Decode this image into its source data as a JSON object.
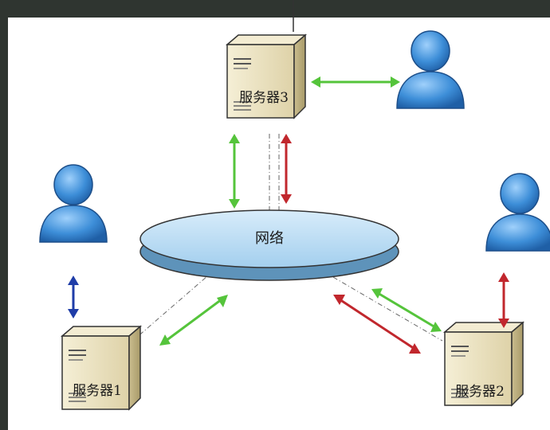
{
  "diagram": {
    "network_label": "网络",
    "servers": [
      {
        "id": "server-3",
        "label": "服务器3"
      },
      {
        "id": "server-1",
        "label": "服务器1"
      },
      {
        "id": "server-2",
        "label": "服务器2"
      }
    ]
  },
  "colors": {
    "background": "#2f3530",
    "canvas": "#ffffff",
    "ellipse_fill": "#a9d4ef",
    "ellipse_edge": "#4c7fa3",
    "server_body": "#ece4c3",
    "user_blue": "#3d8ed8",
    "arrow_green": "#55c43b",
    "arrow_red": "#c1272d",
    "arrow_blue": "#1f3da8"
  }
}
